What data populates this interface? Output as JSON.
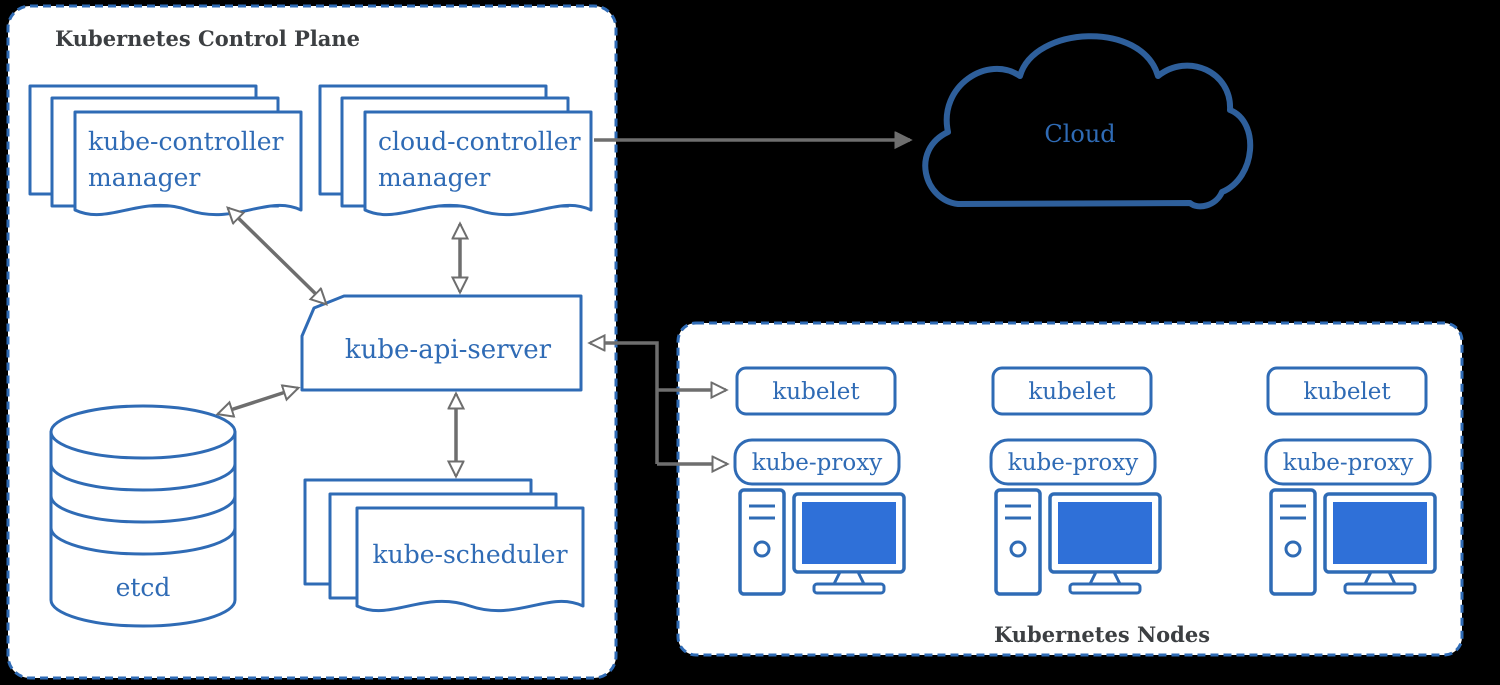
{
  "diagram": {
    "control_plane": {
      "title": "Kubernetes Control Plane",
      "kube_controller_manager": {
        "line1": "kube-controller",
        "line2": "manager"
      },
      "cloud_controller_manager": {
        "line1": "cloud-controller",
        "line2": "manager"
      },
      "kube_api_server": {
        "label": "kube-api-server"
      },
      "etcd": {
        "label": "etcd"
      },
      "kube_scheduler": {
        "label": "kube-scheduler"
      }
    },
    "cloud": {
      "label": "Cloud"
    },
    "nodes_panel": {
      "title": "Kubernetes Nodes",
      "nodes": [
        {
          "kubelet": "kubelet",
          "kube_proxy": "kube-proxy"
        },
        {
          "kubelet": "kubelet",
          "kube_proxy": "kube-proxy"
        },
        {
          "kubelet": "kubelet",
          "kube_proxy": "kube-proxy"
        }
      ]
    },
    "colors": {
      "component_blue": "#2f6bb5",
      "cloud_blue": "#2e5f9b",
      "screen_blue": "#2f70d8",
      "arrow_gray": "#6e6e6e",
      "title_gray": "#3c3f42",
      "panel_fill": "#ffffff",
      "background": "#000000"
    }
  }
}
